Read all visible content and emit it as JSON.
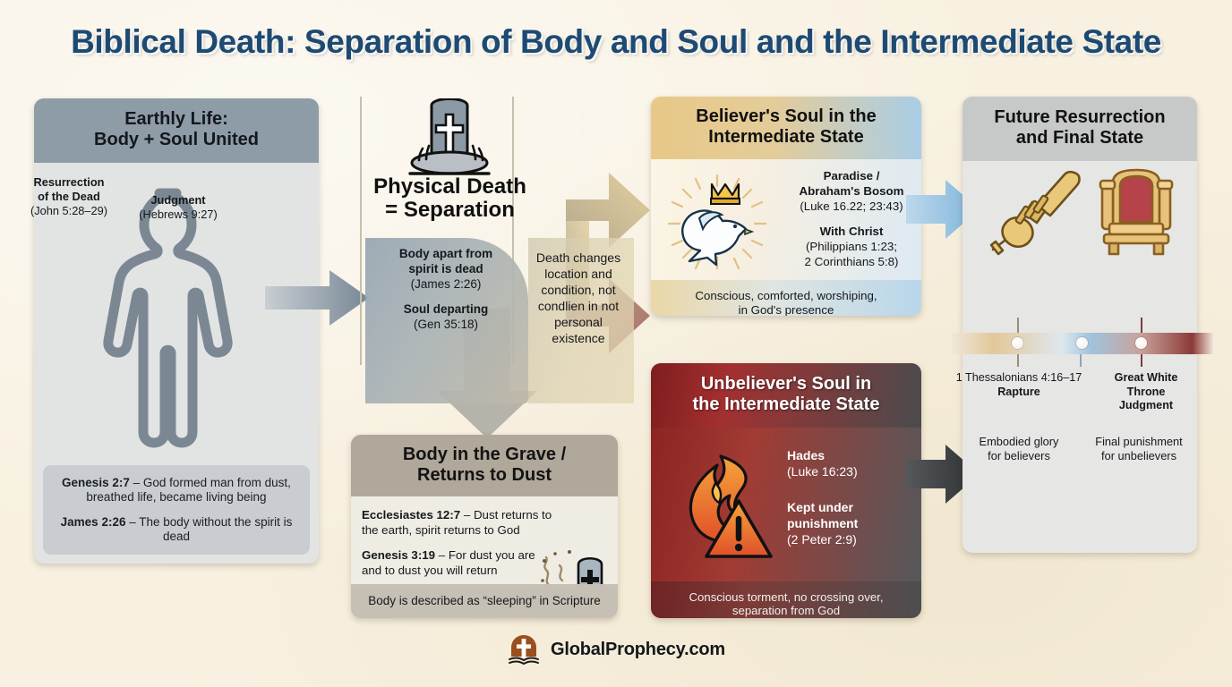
{
  "title": "Biblical Death: Separation of Body and Soul and the Intermediate State",
  "earthly": {
    "header_line1": "Earthly Life:",
    "header_line2": "Body + Soul United",
    "icon": "person-silhouette-icon",
    "note1_ref": "Genesis 2:7",
    "note1_dash": " – ",
    "note1_text_line1": "God formed man from dust,",
    "note1_text_line2": "breathed life, became living being",
    "note2_ref": "James 2:26",
    "note2_text": " – The body without the spirit is dead"
  },
  "death": {
    "icon": "gravestone-cross-icon",
    "title_line1": "Physical Death",
    "title_line2": "= Separation",
    "left_b1": "Body apart from",
    "left_b2": "spirit is dead",
    "left_ref1": "(James 2:26)",
    "left_b3": "Soul departing",
    "left_ref2": "(Gen 35:18)",
    "right_text": "Death changes location and condition, not condlien in not personal existence"
  },
  "grave": {
    "header_line1": "Body in the Grave /",
    "header_line2": "Returns to Dust",
    "ref1": "Ecclesiastes 12:7",
    "ref1_text": " – Dust returns to the earth, spirit returns to God",
    "ref2": "Genesis 3:19",
    "ref2_text": " – For dust you are and to dust you will return",
    "icon": "grave-dust-icon",
    "footer": "Body is described as “sleeping” in Scripture"
  },
  "believer": {
    "header_line1": "Believer's Soul in the",
    "header_line2": "Intermediate State",
    "icon": "dove-with-crown-icon",
    "t1_line1": "Paradise /",
    "t1_line2": "Abraham's Bosom",
    "t1_ref": "(Luke 16.22; 23:43)",
    "t2_line1": "With Christ",
    "t2_ref1": "(Philippians 1:23;",
    "t2_ref2": "2 Corinthians 5:8)",
    "footer_line1": "Conscious, comforted, worshiping,",
    "footer_line2": "in God's presence"
  },
  "unbeliever": {
    "header_line1": "Unbeliever's Soul in",
    "header_line2": "the Intermediate State",
    "icon": "flame-warning-icon",
    "t1_line1": "Hades",
    "t1_ref": "(Luke 16:23)",
    "t2_line1": "Kept under",
    "t2_line2": "punishment",
    "t2_ref": "(2 Peter 2:9)",
    "footer_line1": "Conscious torment, no crossing over,",
    "footer_line2": "separation from God"
  },
  "future": {
    "header_line1": "Future Resurrection",
    "header_line2": "and Final State",
    "icon_left": "trumpet-icon",
    "icon_right": "throne-icon",
    "cap_left_line1": "Resurrection",
    "cap_left_line2": "of the Dead",
    "cap_left_ref": "(John 5:28–29)",
    "cap_right_line1": "Judgment",
    "cap_right_ref": "(Hebrews 9:27)",
    "timeline_label1_line1": "1 Thessalonians 4:16–17",
    "timeline_label1_line2": "Rapture",
    "timeline_label2_line1": "Great White",
    "timeline_label2_line2": "Throne",
    "timeline_label2_line3": "Judgment",
    "sub_left_line1": "Embodied glory",
    "sub_left_line2": "for believers",
    "sub_right_line1": "Final punishment",
    "sub_right_line2": "for unbelievers"
  },
  "footer": {
    "logo": "cross-on-book-icon",
    "brand": "GlobalProphecy.com"
  },
  "colors": {
    "background": "#f8f1e1",
    "title": "#1d4a73",
    "earthly_header": "#8e9ca8",
    "grave_header": "#b0a89a",
    "believer_gold": "#e7c887",
    "believer_blue": "#a9cde6",
    "unbeliever_red": "#8c2422",
    "unbeliever_grey": "#55585b",
    "future_header": "#c7c9c8",
    "brand_brown": "#9a4f1c"
  }
}
